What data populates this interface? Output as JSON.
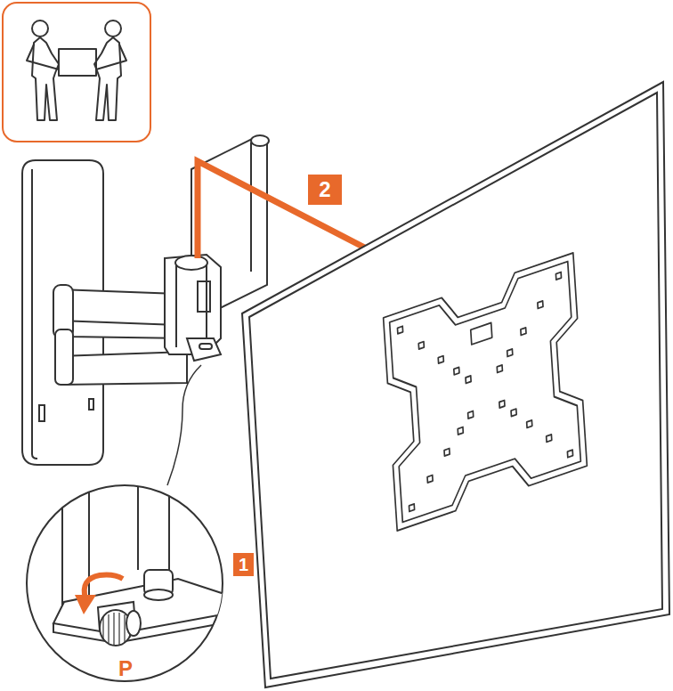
{
  "diagram": {
    "labels": [
      "2",
      "1",
      "P"
    ]
  }
}
